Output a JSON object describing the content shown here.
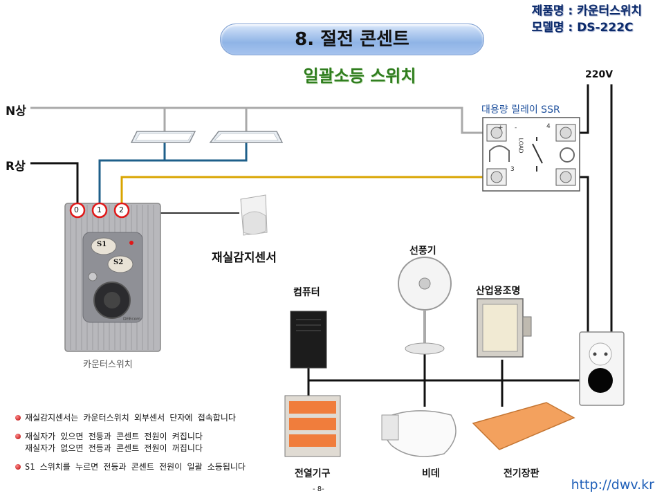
{
  "header": {
    "product_name": "제품명 : 카운터스위치",
    "model_name": "모델명 : DS-222C",
    "title": "8. 절전 콘센트",
    "subtitle": "일괄소등 스위치"
  },
  "wiring": {
    "n_phase": "N상",
    "r_phase": "R상",
    "voltage": "220V",
    "ssr_label": "대용량 릴레이 SSR",
    "terminals": [
      "0",
      "1",
      "2"
    ],
    "ssr_marks": [
      "LOAD",
      "+",
      "-",
      "3",
      "4"
    ]
  },
  "devices": {
    "switch_caption": "카운터스위치",
    "switch_buttons": [
      "S1",
      "S2"
    ],
    "switch_brand": "DEEcom",
    "sensor_label": "재실감지센서",
    "fan_label": "선풍기",
    "computer_label": "컴퓨터",
    "industrial_light_label": "산업용조명",
    "heater_label": "전열기구",
    "bidet_label": "비데",
    "heating_pad_label": "전기장판"
  },
  "notes": [
    "재실감지센서는 카운터스위치 외부센서 단자에 접속합니다",
    "재실자가 있으면 전등과 콘센트 전원이 켜집니다",
    "재실자가 없으면 전등과 콘센트 전원이 꺼집니다",
    "S1 스위치를 누르면 전등과 콘센트 전원이 일괄 소등됩니다"
  ],
  "footer": {
    "page": "- 8-",
    "url": "http://dwv.kr"
  },
  "colors": {
    "n_wire": "#a9a9a9",
    "r_wire": "#111111",
    "blue_wire": "#1e5f8a",
    "yellow_wire": "#d9a400",
    "terminal_ring": "#e01818",
    "title_green": "#2f7d1e"
  }
}
